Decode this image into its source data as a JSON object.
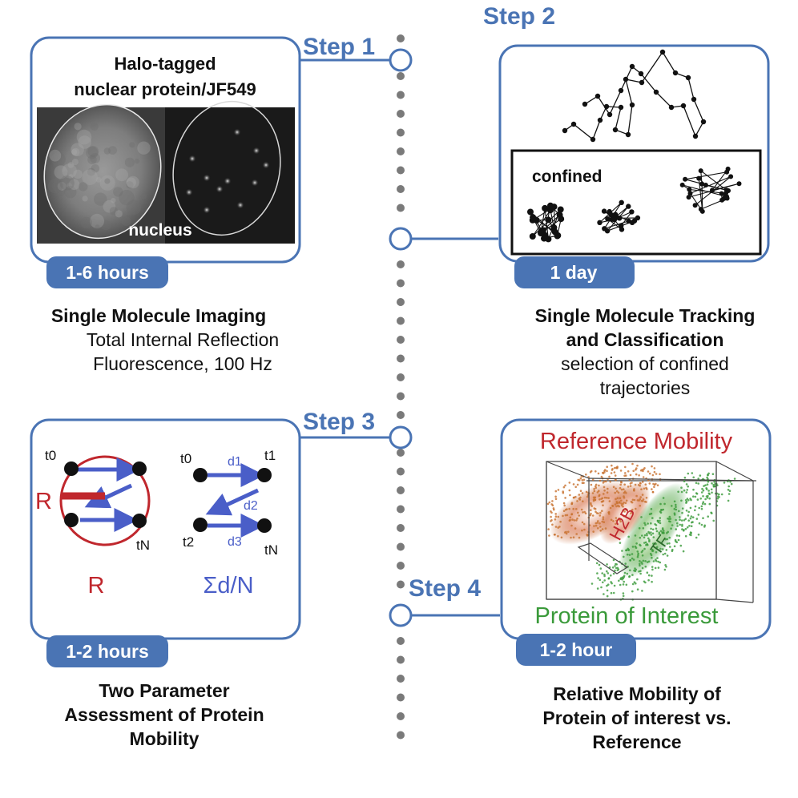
{
  "colors": {
    "accent": "#4a74b4",
    "badge": "#4a74b4",
    "red": "#c0272d",
    "green": "#3a9a3a",
    "dots": "#7a7a7a"
  },
  "steps": {
    "step1": "Step 1",
    "step2": "Step 2",
    "step3": "Step 3",
    "step4": "Step 4"
  },
  "panel1": {
    "title_line1": "Halo-tagged",
    "title_line2": "nuclear protein/JF549",
    "image_label": "nucleus",
    "badge": "1-6 hours",
    "caption_bold": "Single Molecule Imaging",
    "caption_line2": "Total Internal Reflection",
    "caption_line3": "Fluorescence, 100 Hz"
  },
  "panel2": {
    "box_label": "confined",
    "badge": "1 day",
    "caption_bold1": "Single Molecule Tracking",
    "caption_bold2": "and Classification",
    "caption_line3": "selection of confined",
    "caption_line4": "trajectories"
  },
  "panel3": {
    "left": {
      "t0": "t0",
      "tN": "tN",
      "R": "R",
      "formula": "R"
    },
    "right": {
      "t0": "t0",
      "t1": "t1",
      "t2": "t2",
      "tN": "tN",
      "d1": "d1",
      "d2": "d2",
      "d3": "d3",
      "formula": "Σd/N"
    },
    "badge": "1-2 hours",
    "caption_line1": "Two Parameter",
    "caption_line2": "Assessment of Protein",
    "caption_line3": "Mobility"
  },
  "panel4": {
    "title_top": "Reference Mobility",
    "title_bottom": "Protein of Interest",
    "label_h2b": "H2B",
    "label_tf": "TF",
    "badge": "1-2 hour",
    "caption_line1": "Relative Mobility of",
    "caption_line2": "Protein of interest vs.",
    "caption_line3": "Reference"
  }
}
